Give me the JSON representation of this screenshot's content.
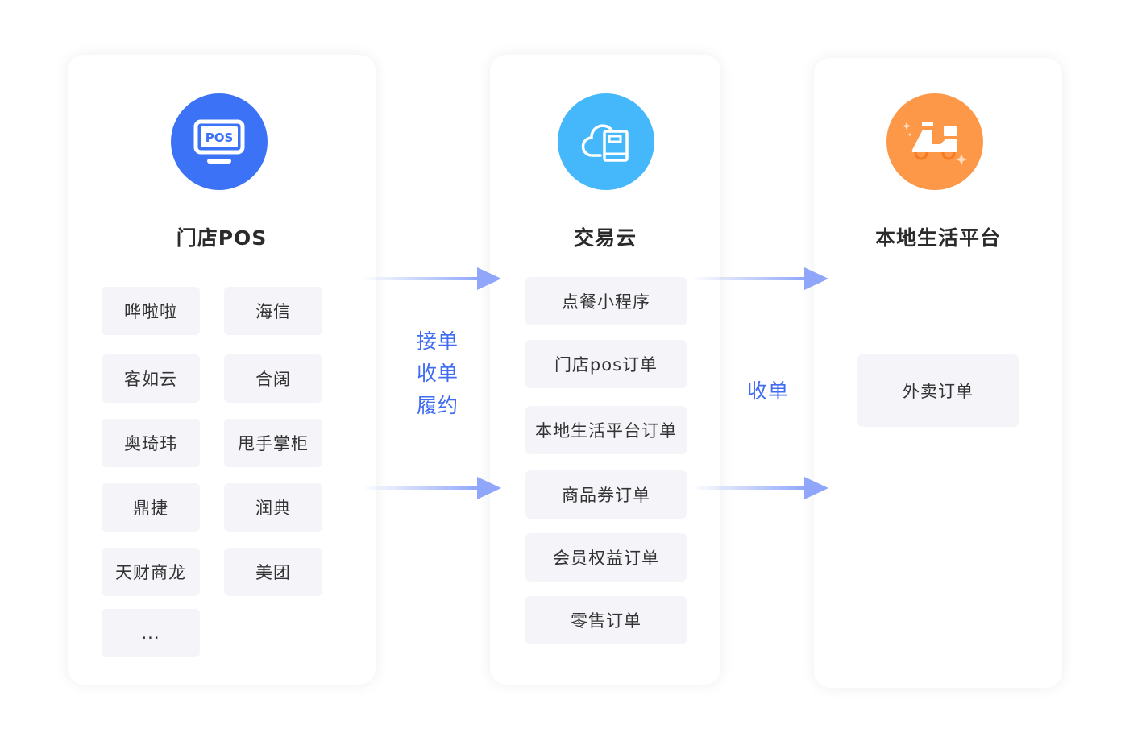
{
  "columns": {
    "pos": {
      "title": "门店POS",
      "icon": "pos-terminal-icon",
      "icon_text": "POS",
      "color": "#3b72f6",
      "items": [
        "哗啦啦",
        "海信",
        "客如云",
        "合阔",
        "奥琦玮",
        "甩手掌柜",
        "鼎捷",
        "润典",
        "天财商龙",
        "美团",
        "..."
      ]
    },
    "cloud": {
      "title": "交易云",
      "icon": "cloud-book-icon",
      "color": "#45b8fb",
      "items": [
        "点餐小程序",
        "门店pos订单",
        "本地生活平台订单",
        "商品券订单",
        "会员权益订单",
        "零售订单"
      ]
    },
    "local": {
      "title": "本地生活平台",
      "icon": "delivery-scooter-icon",
      "color": "#fd9849",
      "items": [
        "外卖订单"
      ]
    }
  },
  "flows": {
    "pos_to_cloud": [
      "接单",
      "收单",
      "履约"
    ],
    "cloud_to_local": [
      "收单"
    ]
  },
  "colors": {
    "arrow": "#8fa6fb",
    "flow_label": "#3f6cf0",
    "chip_bg": "#f4f4f9"
  }
}
